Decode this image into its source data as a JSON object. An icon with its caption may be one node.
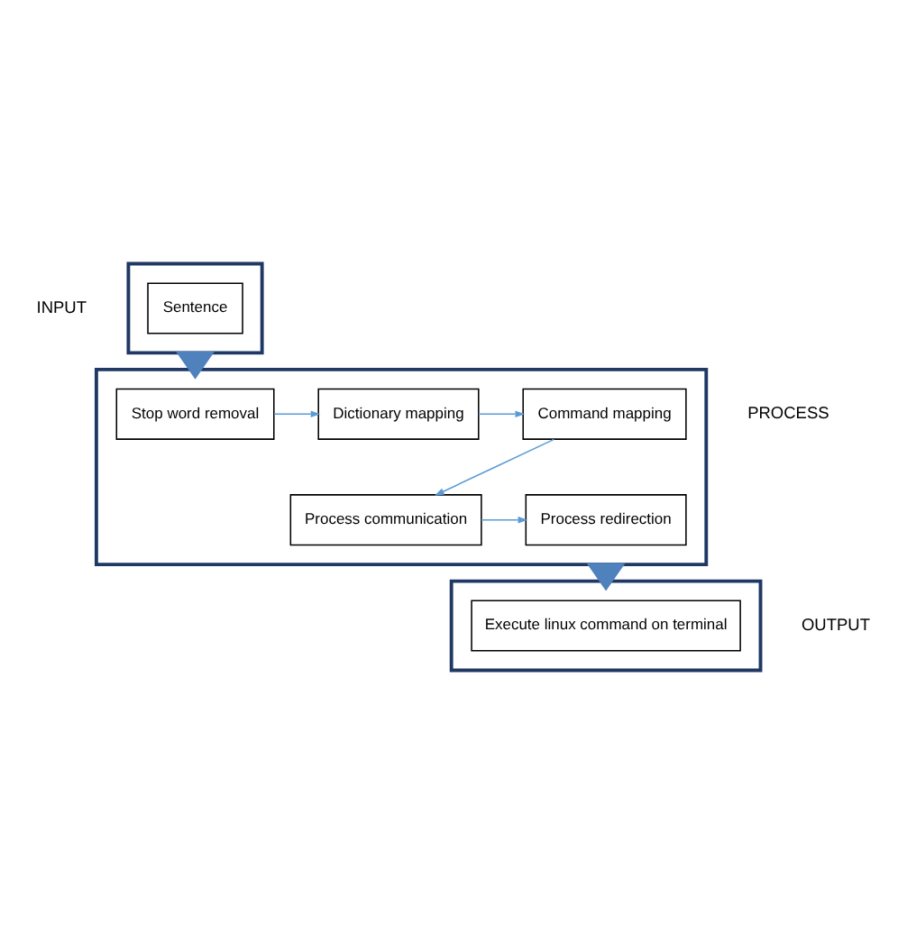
{
  "diagram": {
    "nodes": [
      {
        "text": [],
        "shape": "box",
        "beside": [
          "INPUT"
        ]
      },
      {
        "text": [
          "Sentence"
        ],
        "in": 0
      },
      {
        "text": [],
        "shape": "box",
        "beside": [
          "PROCESS"
        ]
      },
      {
        "text": [
          "Stop word removal"
        ],
        "in": 2
      },
      {
        "text": [
          "Dictionary mapping"
        ],
        "in": 2
      },
      {
        "text": [
          "Command mapping"
        ],
        "in": 2
      },
      {
        "text": [
          "Process communication"
        ],
        "in": 2
      },
      {
        "text": [
          "Process redirection"
        ],
        "in": 2
      },
      {
        "text": [],
        "shape": "box",
        "beside": [
          "OUTPUT"
        ]
      },
      {
        "text": [
          "Execute linux command on terminal"
        ],
        "in": 8
      }
    ],
    "edges": [
      {
        "from": 0,
        "to": 2,
        "arrow": "to",
        "style": "thick",
        "color": "#4f81bd"
      },
      {
        "from": 3,
        "to": 4,
        "arrow": "to"
      },
      {
        "from": 4,
        "to": 5,
        "arrow": "to"
      },
      {
        "from": 5,
        "to": 6,
        "arrow": "to"
      },
      {
        "from": 6,
        "to": 7,
        "arrow": "to"
      },
      {
        "from": 2,
        "to": 8,
        "arrow": "to",
        "style": "thick",
        "color": "#4f81bd"
      }
    ]
  }
}
